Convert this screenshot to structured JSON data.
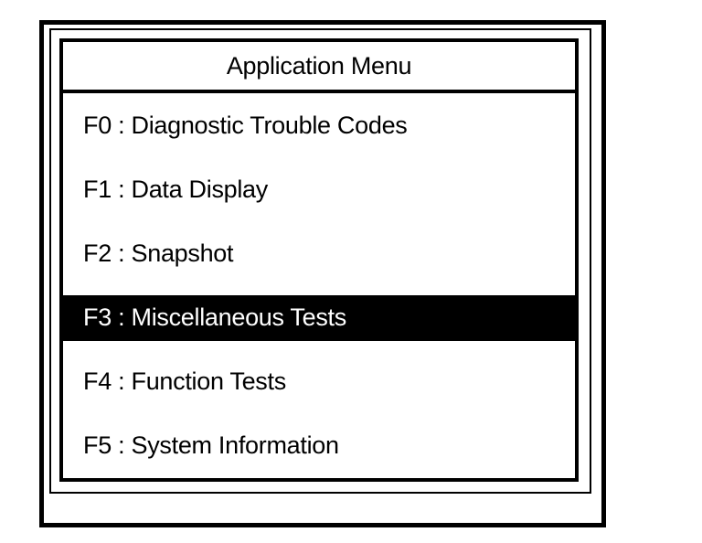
{
  "menu": {
    "title": "Application Menu",
    "items": [
      {
        "key": "F0",
        "label": "F0 : Diagnostic Trouble Codes",
        "selected": false
      },
      {
        "key": "F1",
        "label": "F1 : Data Display",
        "selected": false
      },
      {
        "key": "F2",
        "label": "F2 : Snapshot",
        "selected": false
      },
      {
        "key": "F3",
        "label": "F3 : Miscellaneous Tests",
        "selected": true
      },
      {
        "key": "F4",
        "label": "F4 : Function Tests",
        "selected": false
      },
      {
        "key": "F5",
        "label": "F5 : System Information",
        "selected": false
      }
    ],
    "selected_key": "F3"
  },
  "colors": {
    "foreground": "#000000",
    "background": "#ffffff",
    "highlight_background": "#000000",
    "highlight_text": "#ffffff"
  }
}
